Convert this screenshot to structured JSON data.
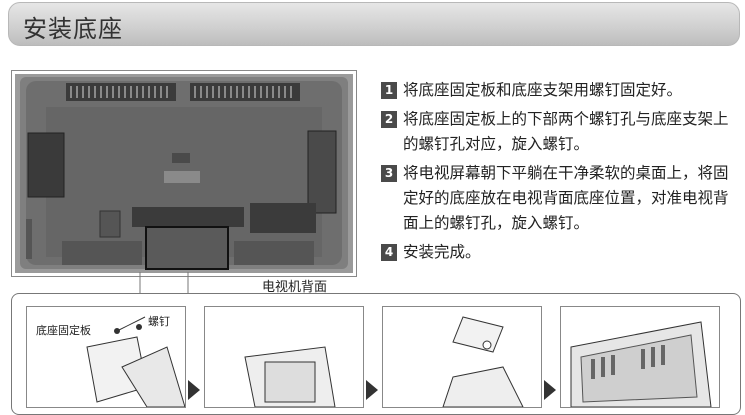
{
  "header": {
    "title": "安装底座"
  },
  "figure": {
    "caption": "电视机背面"
  },
  "steps": [
    {
      "num": "1",
      "text": "将底座固定板和底座支架用螺钉固定好。"
    },
    {
      "num": "2",
      "text": "将底座固定板上的下部两个螺钉孔与底座支架上的螺钉孔对应，旋入螺钉。"
    },
    {
      "num": "3",
      "text": "将电视屏幕朝下平躺在干净柔软的桌面上，将固定好的底座放在电视背面底座位置，对准电视背面上的螺钉孔，旋入螺钉。"
    },
    {
      "num": "4",
      "text": "安装完成。"
    }
  ],
  "panels": {
    "p1_label_plate": "底座固定板",
    "p1_label_screw": "螺钉"
  }
}
